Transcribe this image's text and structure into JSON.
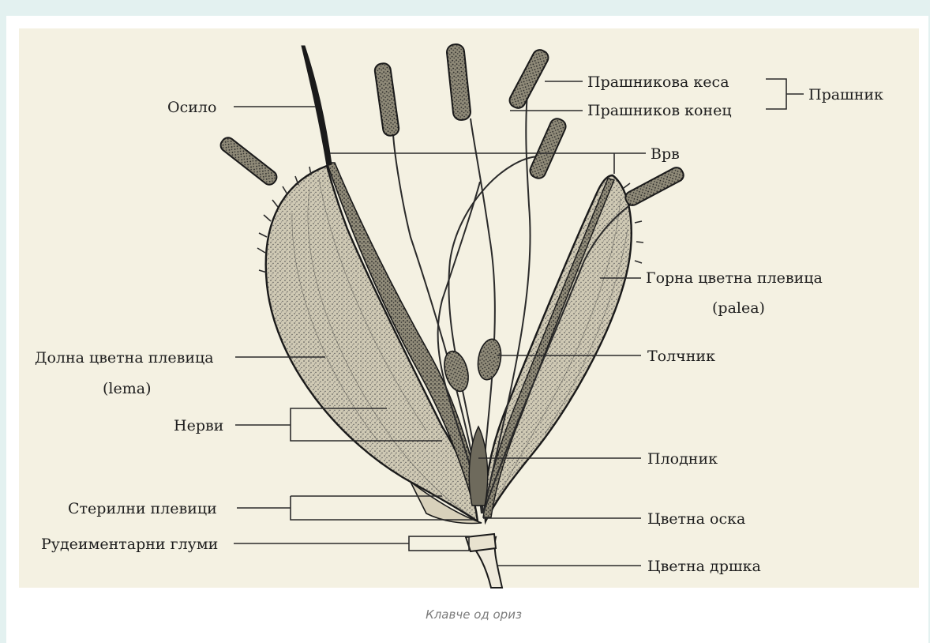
{
  "diagram": {
    "labels": {
      "osilo": "Осило",
      "prashnikova_kesa": "Прашникова кеса",
      "prashnikov_konec": "Прашников конец",
      "prashnik": "Прашник",
      "vrv": "Врв",
      "gorna_line1": "Горна цветна плевица",
      "gorna_line2": "(palea)",
      "dolna_line1": "Долна цветна плевица",
      "dolna_line2": "(lema)",
      "tolchnik": "Толчник",
      "nervi": "Нерви",
      "plodnik": "Плодник",
      "sterilni": "Стерилни плевици",
      "cvetna_oska": "Цветна оска",
      "rudimentarni": "Рудеиментарни глуми",
      "cvetna_drshka": "Цветна дршка"
    },
    "caption": "Клавче од ориз"
  }
}
